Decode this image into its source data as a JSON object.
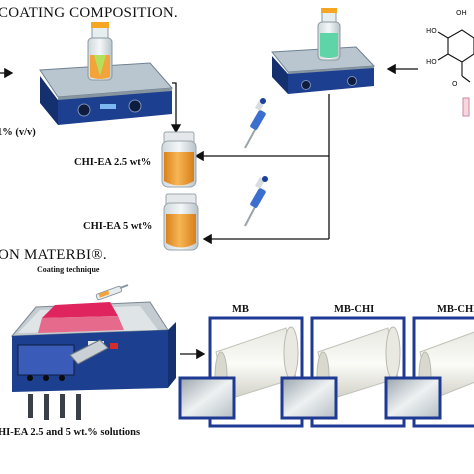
{
  "heading_top": "COATING COMPOSITION.",
  "heading_mid": "ON MATERBI®.",
  "left_fragment": "1% (v/v)",
  "bottle_labels": [
    "CHI-EA 2.5 wt%",
    "CHI-EA 5 wt%"
  ],
  "coating_technique": "Coating technique",
  "solutions_caption": "HI-EA 2.5 and 5 wt.% solutions",
  "samples": [
    {
      "label": "MB"
    },
    {
      "label": "MB-CHI"
    },
    {
      "label": "MB-CHI"
    }
  ],
  "colors": {
    "stirrer_blue": "#1d3f8f",
    "liquid_orange": "#f2a43a",
    "liquid_green": "#5fd4a6",
    "border_blue": "#1f3a93",
    "coater_red": "#e0245e"
  }
}
